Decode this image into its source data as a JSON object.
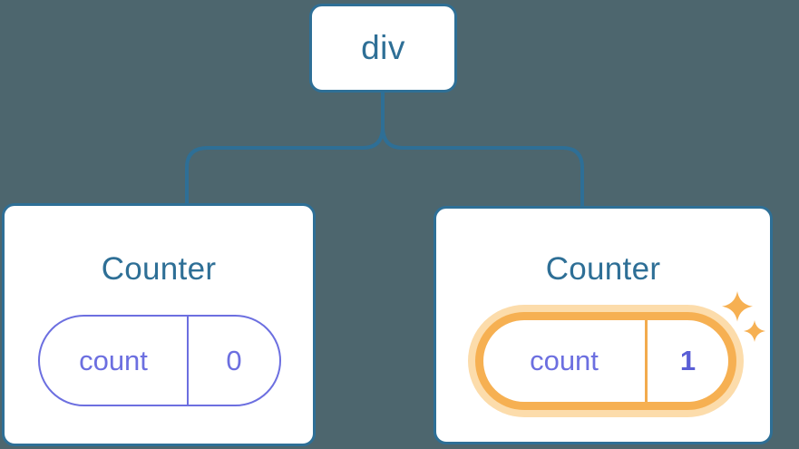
{
  "diagram": {
    "description": "Component tree: a div root with two Counter children, each holding a count state pill; the second Counter's state just updated to 1 (highlighted with sparkles).",
    "root": {
      "label": "div"
    },
    "cards": [
      {
        "title": "Counter",
        "state_key": "count",
        "state_value": "0",
        "highlighted": false
      },
      {
        "title": "Counter",
        "state_key": "count",
        "state_value": "1",
        "highlighted": true
      }
    ],
    "colors": {
      "background": "#4d666e",
      "card_border": "#2e6f96",
      "title_text": "#2e6f96",
      "connector": "#2e6f96",
      "state_purple": "#6c6fe0",
      "state_value_bold": "#5a5ed6",
      "highlight_orange": "#f6b052",
      "highlight_glow": "#fcdcab",
      "highlight_divider": "#f3ab4d",
      "card_bg": "#ffffff"
    }
  }
}
